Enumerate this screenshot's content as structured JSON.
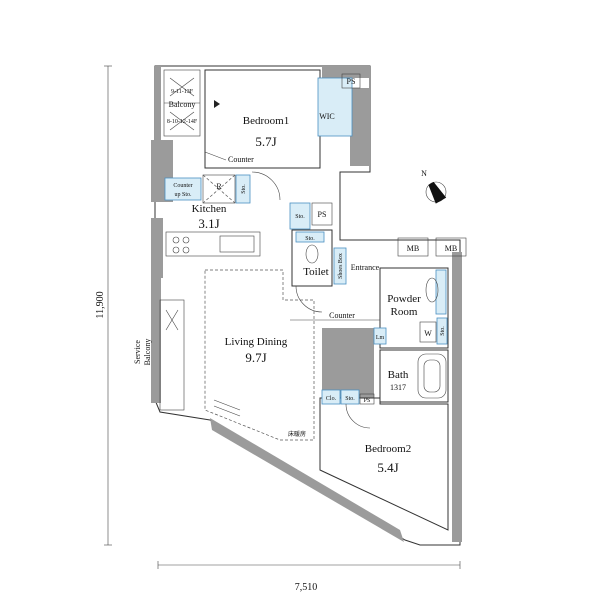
{
  "labels": {
    "bedroom1": "Bedroom1",
    "bedroom1_area": "5.7J",
    "bedroom2": "Bedroom2",
    "bedroom2_area": "5.4J",
    "kitchen": "Kitchen",
    "kitchen_area": "3.1J",
    "living": "Living Dining",
    "living_area": "9.7J",
    "toilet": "Toilet",
    "entrance": "Entrance",
    "powder": "Powder",
    "powder2": "Room",
    "bath": "Bath",
    "bath_size": "1317",
    "wic": "WIC",
    "ps1": "PS",
    "ps2": "PS",
    "ps3": "PS",
    "balcony": "Balcony",
    "service_balcony1": "Service",
    "service_balcony2": "Balcony",
    "counter1": "Counter",
    "counter2": "Counter",
    "counter_sto1": "Counter",
    "counter_sto2": "up Sto.",
    "r": "R",
    "sto1": "Sto.",
    "sto2": "Sto.",
    "sto3": "Sto.",
    "sto4": "Sto.",
    "clo_sto1": "Clo.",
    "clo_sto2": "Sto.",
    "shoes_box": "Shoes Box",
    "mb1": "MB",
    "mb2": "MB",
    "lm": "Lm",
    "w": "W",
    "floor_heating": "床暖房",
    "balc_note1": "9-11-13F",
    "balc_note2": "8-10-12-14F"
  },
  "dimensions": {
    "height": "11,900",
    "width": "7,510"
  },
  "compass": {
    "north": "N"
  }
}
